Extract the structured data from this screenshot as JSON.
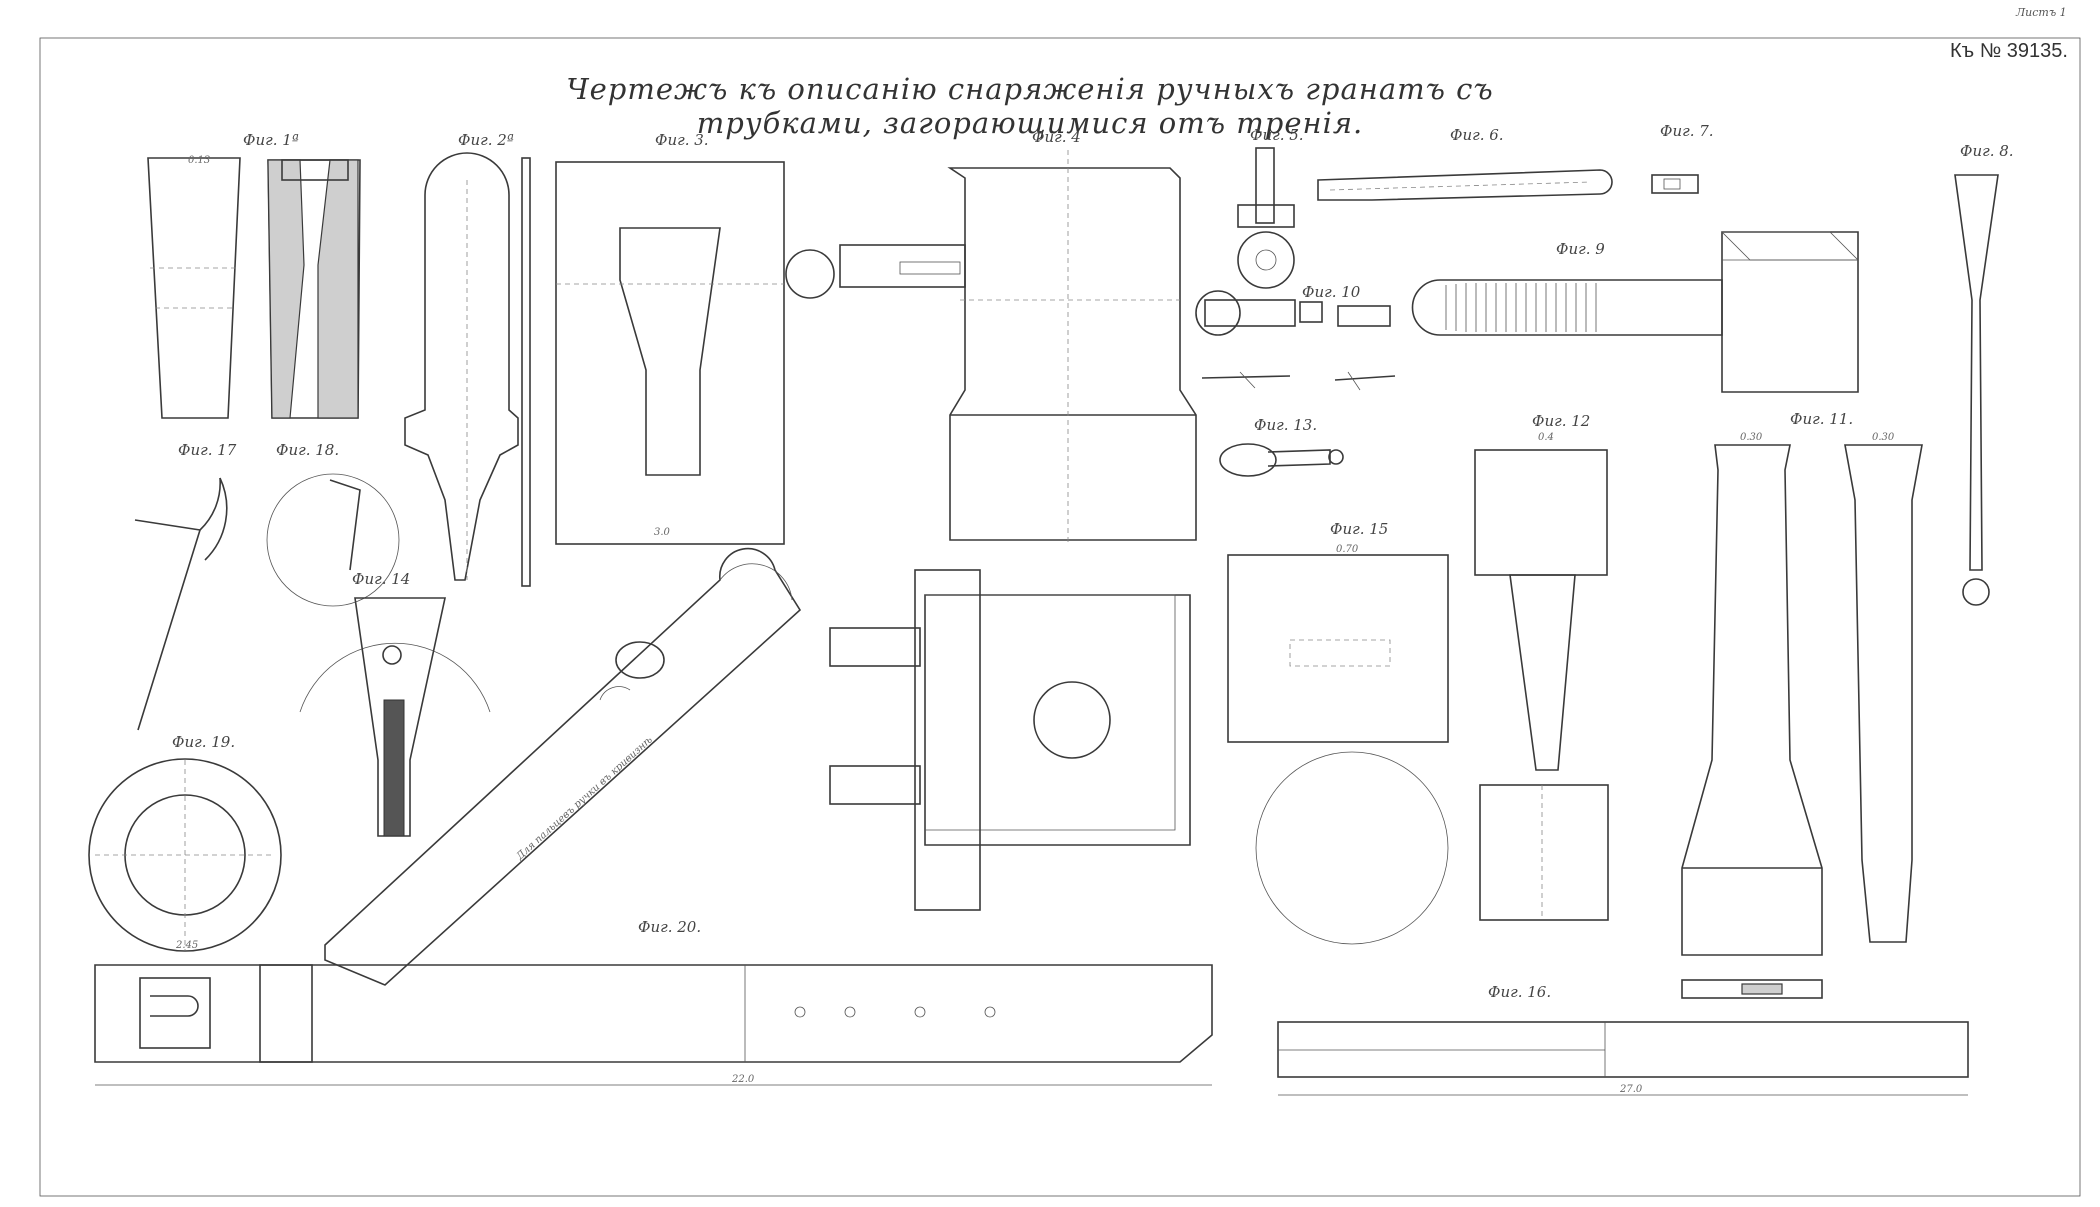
{
  "header": {
    "sheet_label": "Листъ 1",
    "patent_number": "Къ № 39135.",
    "title": "Чертежъ къ описанію снаряженія ручныхъ гранатъ съ трубками, загорающимися отъ тренія."
  },
  "figures": {
    "fig_1a": "Фиг. 1ª",
    "fig_2a": "Фиг. 2ª",
    "fig_3": "Фиг. 3.",
    "fig_4": "Фиг. 4",
    "fig_5": "Фиг. 5.",
    "fig_6": "Фиг. 6.",
    "fig_7": "Фиг. 7.",
    "fig_8": "Фиг. 8.",
    "fig_9": "Фиг. 9",
    "fig_10": "Фиг. 10",
    "fig_11": "Фиг. 11.",
    "fig_12": "Фиг. 12",
    "fig_13": "Фиг. 13.",
    "fig_14": "Фиг. 14",
    "fig_15": "Фиг. 15",
    "fig_16": "Фиг. 16.",
    "fig_17": "Фиг. 17",
    "fig_18": "Фиг. 18.",
    "fig_19": "Фиг. 19.",
    "fig_20": "Фиг. 20."
  },
  "annotations": {
    "fig20_slot_note": "Для пальцевъ ручки въ кривизнѣ",
    "fig20_length": "22.0",
    "fig16_length": "27.0",
    "fig3_width": "3.0",
    "fig19_dim": "2.45",
    "fig1_top": "0.13",
    "fig12_top": "0.4",
    "fig11_top_left": "0.30",
    "fig11_top_right": "0.30",
    "fig15_top": "0.70"
  },
  "colors": {
    "ink": "#3a3a3a",
    "paper": "#ffffff",
    "hatch": "#cfcfcf"
  }
}
